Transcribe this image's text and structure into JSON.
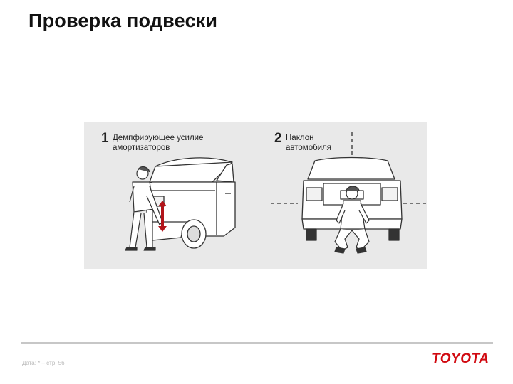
{
  "slide": {
    "title": "Проверка подвески"
  },
  "figure": {
    "steps": [
      {
        "number": "1",
        "line1": "Демпфирующее усилие",
        "line2": "амортизаторов"
      },
      {
        "number": "2",
        "line1": "Наклон",
        "line2": "автомобиля"
      }
    ]
  },
  "footer": {
    "meta": "Дата: * – стр. 56",
    "brand": "TOYOTA",
    "brand_color": "#d10a11"
  },
  "colors": {
    "panel_background": "#e9e9e9",
    "arrow": "#b2151b",
    "footer_line": "#c7c7c7"
  }
}
